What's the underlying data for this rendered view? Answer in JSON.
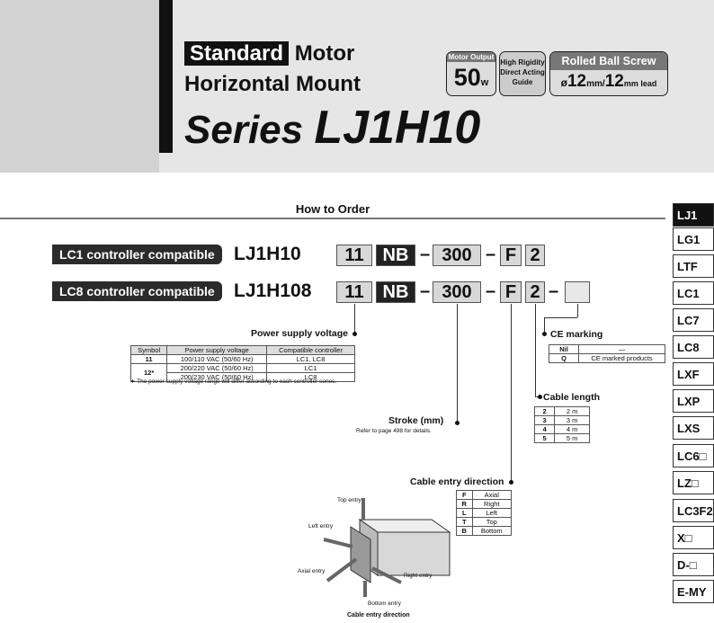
{
  "header": {
    "title_line1_highlight": "Standard",
    "title_line1_rest": "Motor",
    "title_line2": "Horizontal Mount",
    "series_prefix": "Series",
    "series_name": "LJ1H10",
    "badges": {
      "motor_output_caption": "Motor Output",
      "motor_output_value": "50",
      "motor_output_unit": "w",
      "guide_caption_1": "High Rigidity",
      "guide_caption_2": "Direct Acting",
      "guide_caption_3": "Guide",
      "screw_caption": "Rolled Ball Screw",
      "screw_prefix": "ø",
      "screw_diameter": "12",
      "screw_unit1": "mm/",
      "screw_lead": "12",
      "screw_unit2": "mm lead"
    }
  },
  "section_title": "How to Order",
  "rows": [
    {
      "label": "LC1 controller compatible",
      "model": "LJ1H10",
      "code_supply": "11",
      "code_guide": "NB",
      "code_stroke": "300",
      "code_entry": "F",
      "code_cable": "2"
    },
    {
      "label": "LC8 controller compatible",
      "model": "LJ1H108",
      "code_supply": "11",
      "code_guide": "NB",
      "code_stroke": "300",
      "code_entry": "F",
      "code_cable": "2"
    }
  ],
  "dash": "–",
  "power_supply": {
    "title": "Power supply voltage",
    "headers": [
      "Symbol",
      "Power supply voltage",
      "Compatible controller"
    ],
    "rows": [
      {
        "symbol": "11",
        "voltage": "100/110 VAC (50/60 Hz)",
        "controller": "LC1, LC8"
      },
      {
        "symbol": "12*",
        "voltage": "200/220 VAC (50/60 Hz)",
        "controller": "LC1"
      },
      {
        "voltage": "200/230 VAC (50/60 Hz)",
        "controller": "LC8"
      }
    ],
    "note": "∗ The power supply voltage range will differ according to each controller series."
  },
  "stroke": {
    "title": "Stroke (mm)",
    "note": "Refer to page 498 for details."
  },
  "ce_marking": {
    "title": "CE marking",
    "rows": [
      {
        "symbol": "Nil",
        "desc": "—"
      },
      {
        "symbol": "Q",
        "desc": "CE marked products"
      }
    ]
  },
  "cable_length": {
    "title": "Cable length",
    "rows": [
      {
        "symbol": "2",
        "desc": "2 m"
      },
      {
        "symbol": "3",
        "desc": "3 m"
      },
      {
        "symbol": "4",
        "desc": "4 m"
      },
      {
        "symbol": "5",
        "desc": "5 m"
      }
    ]
  },
  "cable_entry": {
    "title": "Cable entry direction",
    "rows": [
      {
        "symbol": "F",
        "desc": "Axial"
      },
      {
        "symbol": "R",
        "desc": "Right"
      },
      {
        "symbol": "L",
        "desc": "Left"
      },
      {
        "symbol": "T",
        "desc": "Top"
      },
      {
        "symbol": "B",
        "desc": "Bottom"
      }
    ]
  },
  "diagram": {
    "top": "Top entry",
    "left": "Left entry",
    "axial": "Axial entry",
    "right": "Right entry",
    "bottom": "Bottom entry",
    "caption": "Cable entry direction"
  },
  "sidebar": [
    "LJ1",
    "LG1",
    "LTF",
    "LC1",
    "LC7",
    "LC8",
    "LXF",
    "LXP",
    "LXS",
    "LC6□",
    "LZ□",
    "LC3F2",
    "X□",
    "D-□",
    "E-MY"
  ]
}
